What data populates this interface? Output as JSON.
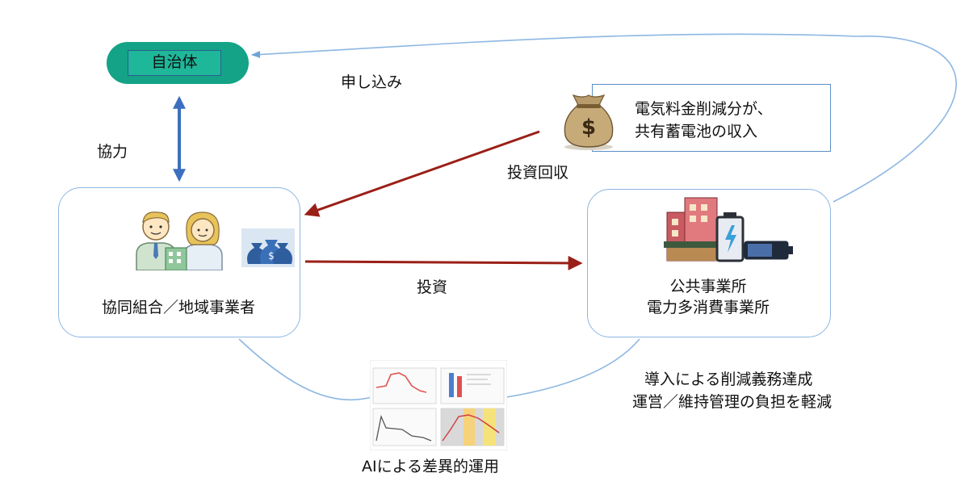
{
  "nodes": {
    "municipality": "自治体",
    "cooperative": "協同組合／地域事業者",
    "facility_line1": "公共事業所",
    "facility_line2": "電力多消費事業所"
  },
  "note": {
    "line1": "電気料金削減分が、",
    "line2": "共有蓄電池の収入"
  },
  "edges": {
    "application": "申し込み",
    "cooperation": "協力",
    "investment_recovery": "投資回収",
    "investment": "投資",
    "benefit_line1": "導入による削減義務達成",
    "benefit_line2": "運営／維持管理の負担を軽減",
    "ai_operation": "AIによる差異的運用"
  },
  "icons": {
    "money_bag": "money-bag-icon",
    "people": "business-people-icon",
    "money_bags": "money-bags-icon",
    "buildings": "buildings-battery-icon",
    "charts": "ai-charts-thumbnail"
  },
  "colors": {
    "pill": "#14a387",
    "box_border": "#8db7e2",
    "arrow_red": "#9a1f17",
    "arrow_blue": "#3d6fc0"
  }
}
